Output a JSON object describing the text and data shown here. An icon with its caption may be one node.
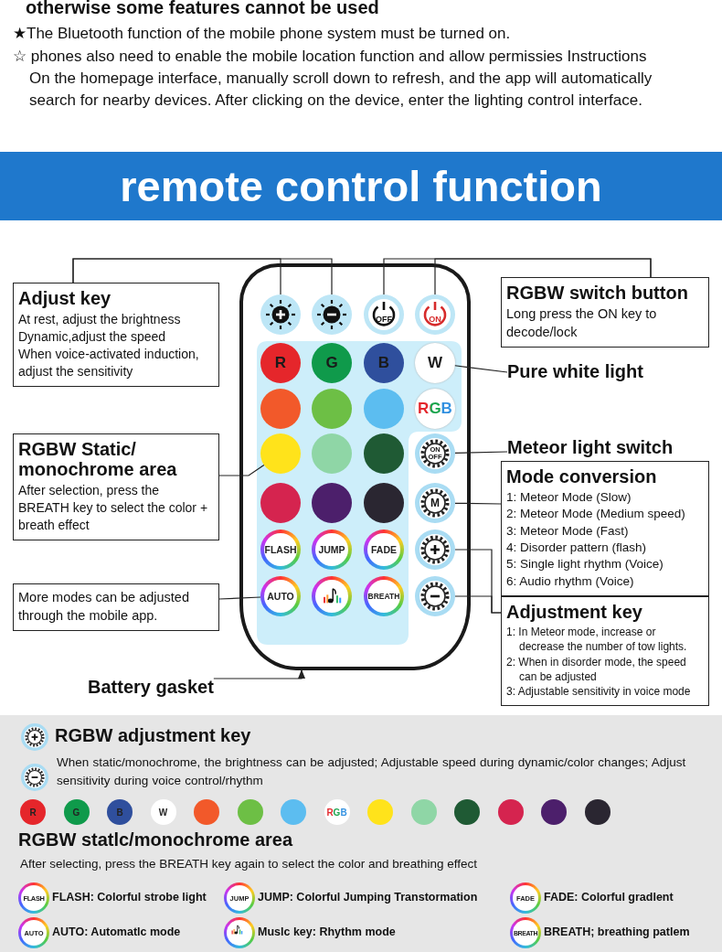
{
  "diagram": {
    "nodes": [
      {
        "text": [
          "remote control function"
        ]
      },
      {
        "text": [
          "Adjust key",
          "At rest, adjust the brightness",
          "Dynamic,adjust the speed",
          "When voice-activated induction, adjust the sensitivity"
        ]
      },
      {
        "text": [
          "RGBW switch button",
          "Long press the ON key to decode/lock"
        ]
      },
      {
        "text": [],
        "shape": "box"
      },
      {
        "text": [],
        "shape": "circle",
        "in": 3
      },
      {
        "text": [],
        "shape": "circle",
        "in": 3
      },
      {
        "text": [
          "OFF"
        ],
        "in": 3
      },
      {
        "text": [
          "ON"
        ],
        "in": 3
      },
      {
        "text": [
          "R"
        ],
        "in": 3
      },
      {
        "text": [
          "G"
        ],
        "in": 3
      },
      {
        "text": [
          "B"
        ],
        "in": 3
      },
      {
        "text": [
          "W"
        ],
        "in": 3
      },
      {
        "text": [],
        "shape": "circle",
        "in": 3
      },
      {
        "text": [],
        "shape": "circle",
        "in": 3
      },
      {
        "text": [],
        "shape": "circle",
        "in": 3
      },
      {
        "text": [
          "RGB"
        ],
        "in": 3
      },
      {
        "text": [],
        "shape": "circle",
        "in": 3
      },
      {
        "text": [],
        "shape": "circle",
        "in": 3
      },
      {
        "text": [],
        "shape": "circle",
        "in": 3
      },
      {
        "text": [
          "ON OFF"
        ],
        "in": 3
      },
      {
        "text": [],
        "shape": "circle",
        "in": 3
      },
      {
        "text": [],
        "shape": "circle",
        "in": 3
      },
      {
        "text": [],
        "shape": "circle",
        "in": 3
      },
      {
        "text": [
          "M"
        ],
        "in": 3
      },
      {
        "text": [
          "FLASH"
        ],
        "in": 3
      },
      {
        "text": [
          "JUMP"
        ],
        "in": 3
      },
      {
        "text": [
          "FADE"
        ],
        "in": 3
      },
      {
        "text": [],
        "shape": "circle",
        "in": 3
      },
      {
        "text": [
          "AUTO"
        ],
        "in": 3
      },
      {
        "text": [],
        "shape": "circle",
        "in": 3
      },
      {
        "text": [
          "BREATH"
        ],
        "in": 3
      },
      {
        "text": [],
        "shape": "circle",
        "in": 3
      },
      {
        "text": [
          "Pure white light"
        ]
      },
      {
        "text": [
          "RGBW Static/ monochrome area",
          "After selection, press the BREATH key to select the color + breath effect"
        ]
      },
      {
        "text": [
          "Meteor light switch"
        ]
      },
      {
        "text": [
          "Mode conversion",
          "1: Meteor Mode (Slow)",
          "2: Meteor Mode (Medium speed)",
          "3: Meteor Mode (Fast)",
          "4: Disorder pattern (flash)",
          "5: Single light rhythm (Voice)",
          "6: Audio rhythm (Voice)"
        ]
      },
      {
        "text": [
          "More modes can be adjusted through the mobile app."
        ]
      },
      {
        "text": [
          "Adjustment key",
          "1: In Meteor mode, increase or decrease the number of tow lights.",
          "2: When in disorder mode, the speed can be adjusted",
          "3: Adjustable sensitivity in voice mode"
        ]
      },
      {
        "text": [
          "Battery gasket"
        ]
      },
      {
        "text": [],
        "shape": "circle"
      },
      {
        "text": [],
        "shape": "circle"
      },
      {
        "text": [
          "R"
        ]
      },
      {
        "text": [
          "G"
        ]
      },
      {
        "text": [
          "B"
        ]
      },
      {
        "text": [
          "W"
        ]
      },
      {
        "text": [],
        "shape": "circle"
      },
      {
        "text": [],
        "shape": "circle"
      },
      {
        "text": [],
        "shape": "circle"
      },
      {
        "text": [
          "RGB"
        ]
      },
      {
        "text": [],
        "shape": "circle"
      },
      {
        "text": [],
        "shape": "circle"
      },
      {
        "text": [],
        "shape": "circle"
      },
      {
        "text": [],
        "shape": "circle"
      },
      {
        "text": [],
        "shape": "circle"
      },
      {
        "text": [],
        "shape": "circle"
      },
      {
        "text": [
          "FLASH"
        ]
      },
      {
        "text": [
          "JUMP"
        ]
      },
      {
        "text": [
          "FADE"
        ]
      },
      {
        "text": [
          "AUTO"
        ]
      },
      {
        "text": [],
        "shape": "circle"
      },
      {
        "text": [
          "BREATH"
        ]
      }
    ],
    "edges": [
      {
        "from": 1,
        "to": 4,
        "arrow": "none"
      },
      {
        "from": 1,
        "to": 5,
        "arrow": "none"
      },
      {
        "from": 2,
        "to": 6,
        "arrow": "none"
      },
      {
        "from": 2,
        "to": 7,
        "arrow": "none"
      },
      {
        "from": 32,
        "to": 11,
        "arrow": "none"
      },
      {
        "from": 33,
        "to": 16,
        "arrow": "none"
      },
      {
        "from": 34,
        "to": 19,
        "arrow": "none"
      },
      {
        "from": 35,
        "to": 23,
        "arrow": "none"
      },
      {
        "from": 36,
        "to": 28,
        "arrow": "none"
      },
      {
        "from": 37,
        "to": 27,
        "arrow": "none"
      },
      {
        "from": 37,
        "to": 31,
        "arrow": "none"
      },
      {
        "from": 38,
        "to": 3,
        "arrow": "to"
      }
    ],
    "labels": [
      "otherwise some features cannot be used",
      "★The Bluetooth function of the mobile phone system must be turned on.",
      "☆ phones also need to enable the mobile location function and allow permissies Instructions On the homepage interface, manually scroll down to refresh, and the app will automatically search for nearby devices. After clicking on the device, enter the lighting control interface.",
      "RGBW adjustment key",
      "When static/monochrome, the brightness can be adjusted; Adjustable speed during dynamic/color changes; Adjust sensitivity during voice control/rhythm",
      "RGBW statlc/monochrome area",
      "After selecting, press the BREATH key again to select the color and breathing effect",
      "FLASH: Colorful strobe light",
      "JUMP: Colorful Jumping Transtormation",
      "FADE: Colorful gradlent",
      "AUTO: Automatlc mode",
      "Muslc key: Rhythm mode",
      "BREATH; breathing patlem"
    ]
  }
}
